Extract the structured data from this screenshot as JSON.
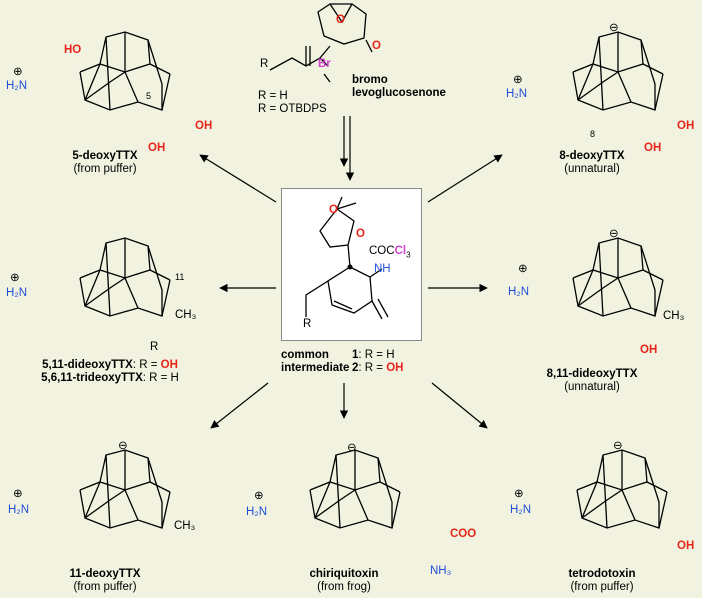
{
  "compounds": {
    "deoxy5": {
      "name": "5-deoxyTTX",
      "source": "(from puffer)"
    },
    "deoxy8": {
      "name": "8-deoxyTTX",
      "source": "(unnatural)"
    },
    "dideoxy511": {
      "name1": "5,11-dideoxyTTX",
      "r1_prefix": ": R = ",
      "r1": "OH",
      "name2": "5,6,11-trideoxyTTX",
      "r2": ": R = H"
    },
    "dideoxy811": {
      "name": "8,11-dideoxyTTX",
      "source": "(unnatural)"
    },
    "deoxy11": {
      "name": "11-deoxyTTX",
      "source": "(from puffer)"
    },
    "chiriquitoxin": {
      "name": "chiriquitoxin",
      "source": "(from frog)"
    },
    "ttx": {
      "name": "tetrodotoxin",
      "source": "(from puffer)"
    }
  },
  "start": {
    "name1": "bromo",
    "name2": "levoglucosenone",
    "r_h": "R = H",
    "r_otbdps": "R = OTBDPS",
    "br": "Br",
    "r": "R"
  },
  "common": {
    "label1": "common",
    "label2": "intermediate",
    "c1_num": "1",
    "c1_rest": ": R = H",
    "c2_num": "2",
    "c2_rest": ": R = ",
    "c2_oh": "OH",
    "cocl3_prefix": "COC",
    "cocl3_cl": "Cl",
    "cocl3_sub": "3",
    "nh": "NH",
    "r": "R"
  },
  "atoms": {
    "ho": "HO",
    "oh": "OH",
    "o": "O",
    "h": "H",
    "n": "N",
    "nh": "NH",
    "h2n": "H₂N",
    "ch3": "CH₃",
    "coo": "COO",
    "nh3": "NH₃",
    "plus": "⊕",
    "minus": "⊖",
    "r": "R",
    "n5": "5",
    "n8": "8",
    "n11": "11"
  },
  "colors": {
    "background": "#f2f2e1",
    "oxygen": "#e8251b",
    "nitrogen": "#1d4fd8",
    "bromine": "#cc44cc",
    "box": "#ffffff"
  }
}
